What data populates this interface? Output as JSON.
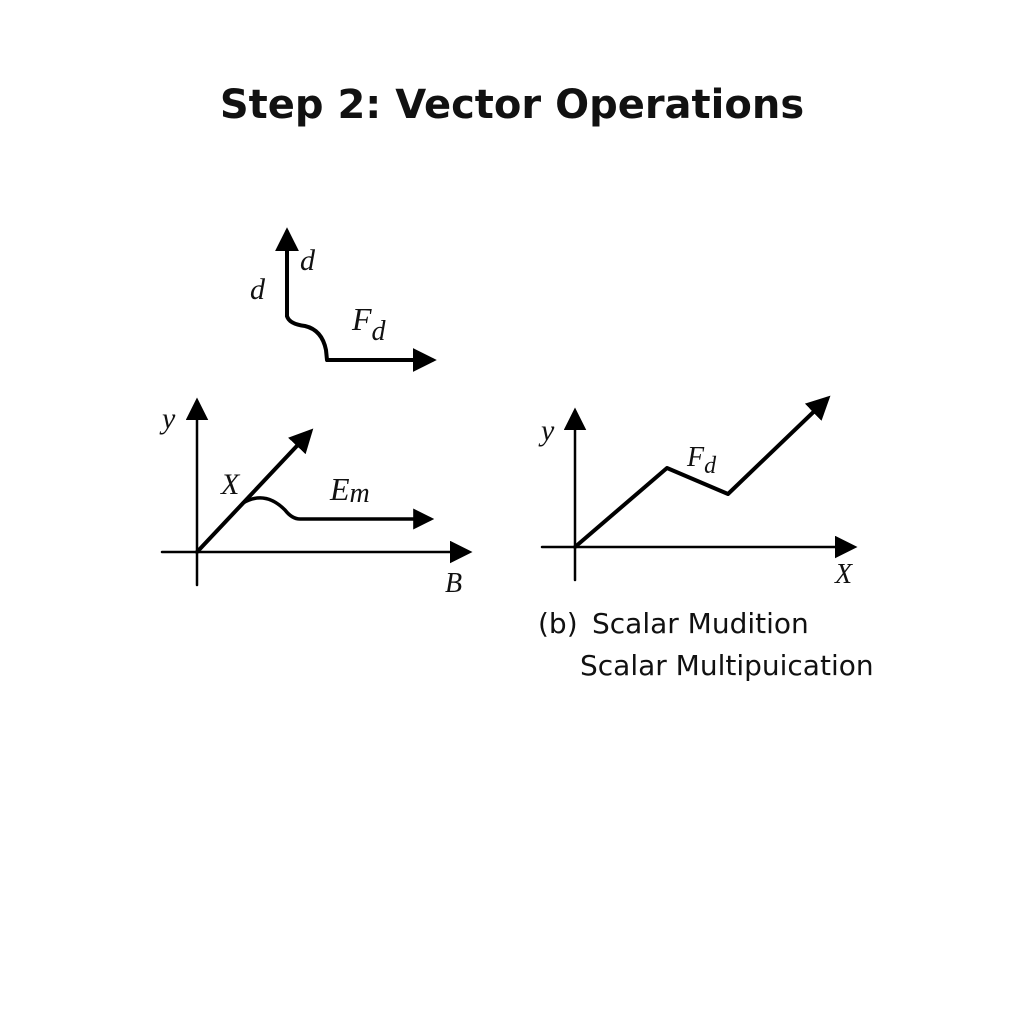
{
  "title": "Step 2: Vector Operations",
  "top_figure": {
    "label_d_left": "d",
    "label_d_right": "d",
    "label_F": "F",
    "label_F_sub": "d"
  },
  "left_figure": {
    "y_axis_label": "y",
    "x_axis_label": "B",
    "label_X": "X",
    "label_E": "E",
    "label_E_sub": "m"
  },
  "right_figure": {
    "y_axis_label": "y",
    "x_axis_label": "X",
    "label_F": "F",
    "label_F_sub": "d"
  },
  "caption": {
    "marker": "(b)",
    "line1": "Scalar Mudition",
    "line2": "Scalar Multipuication"
  }
}
